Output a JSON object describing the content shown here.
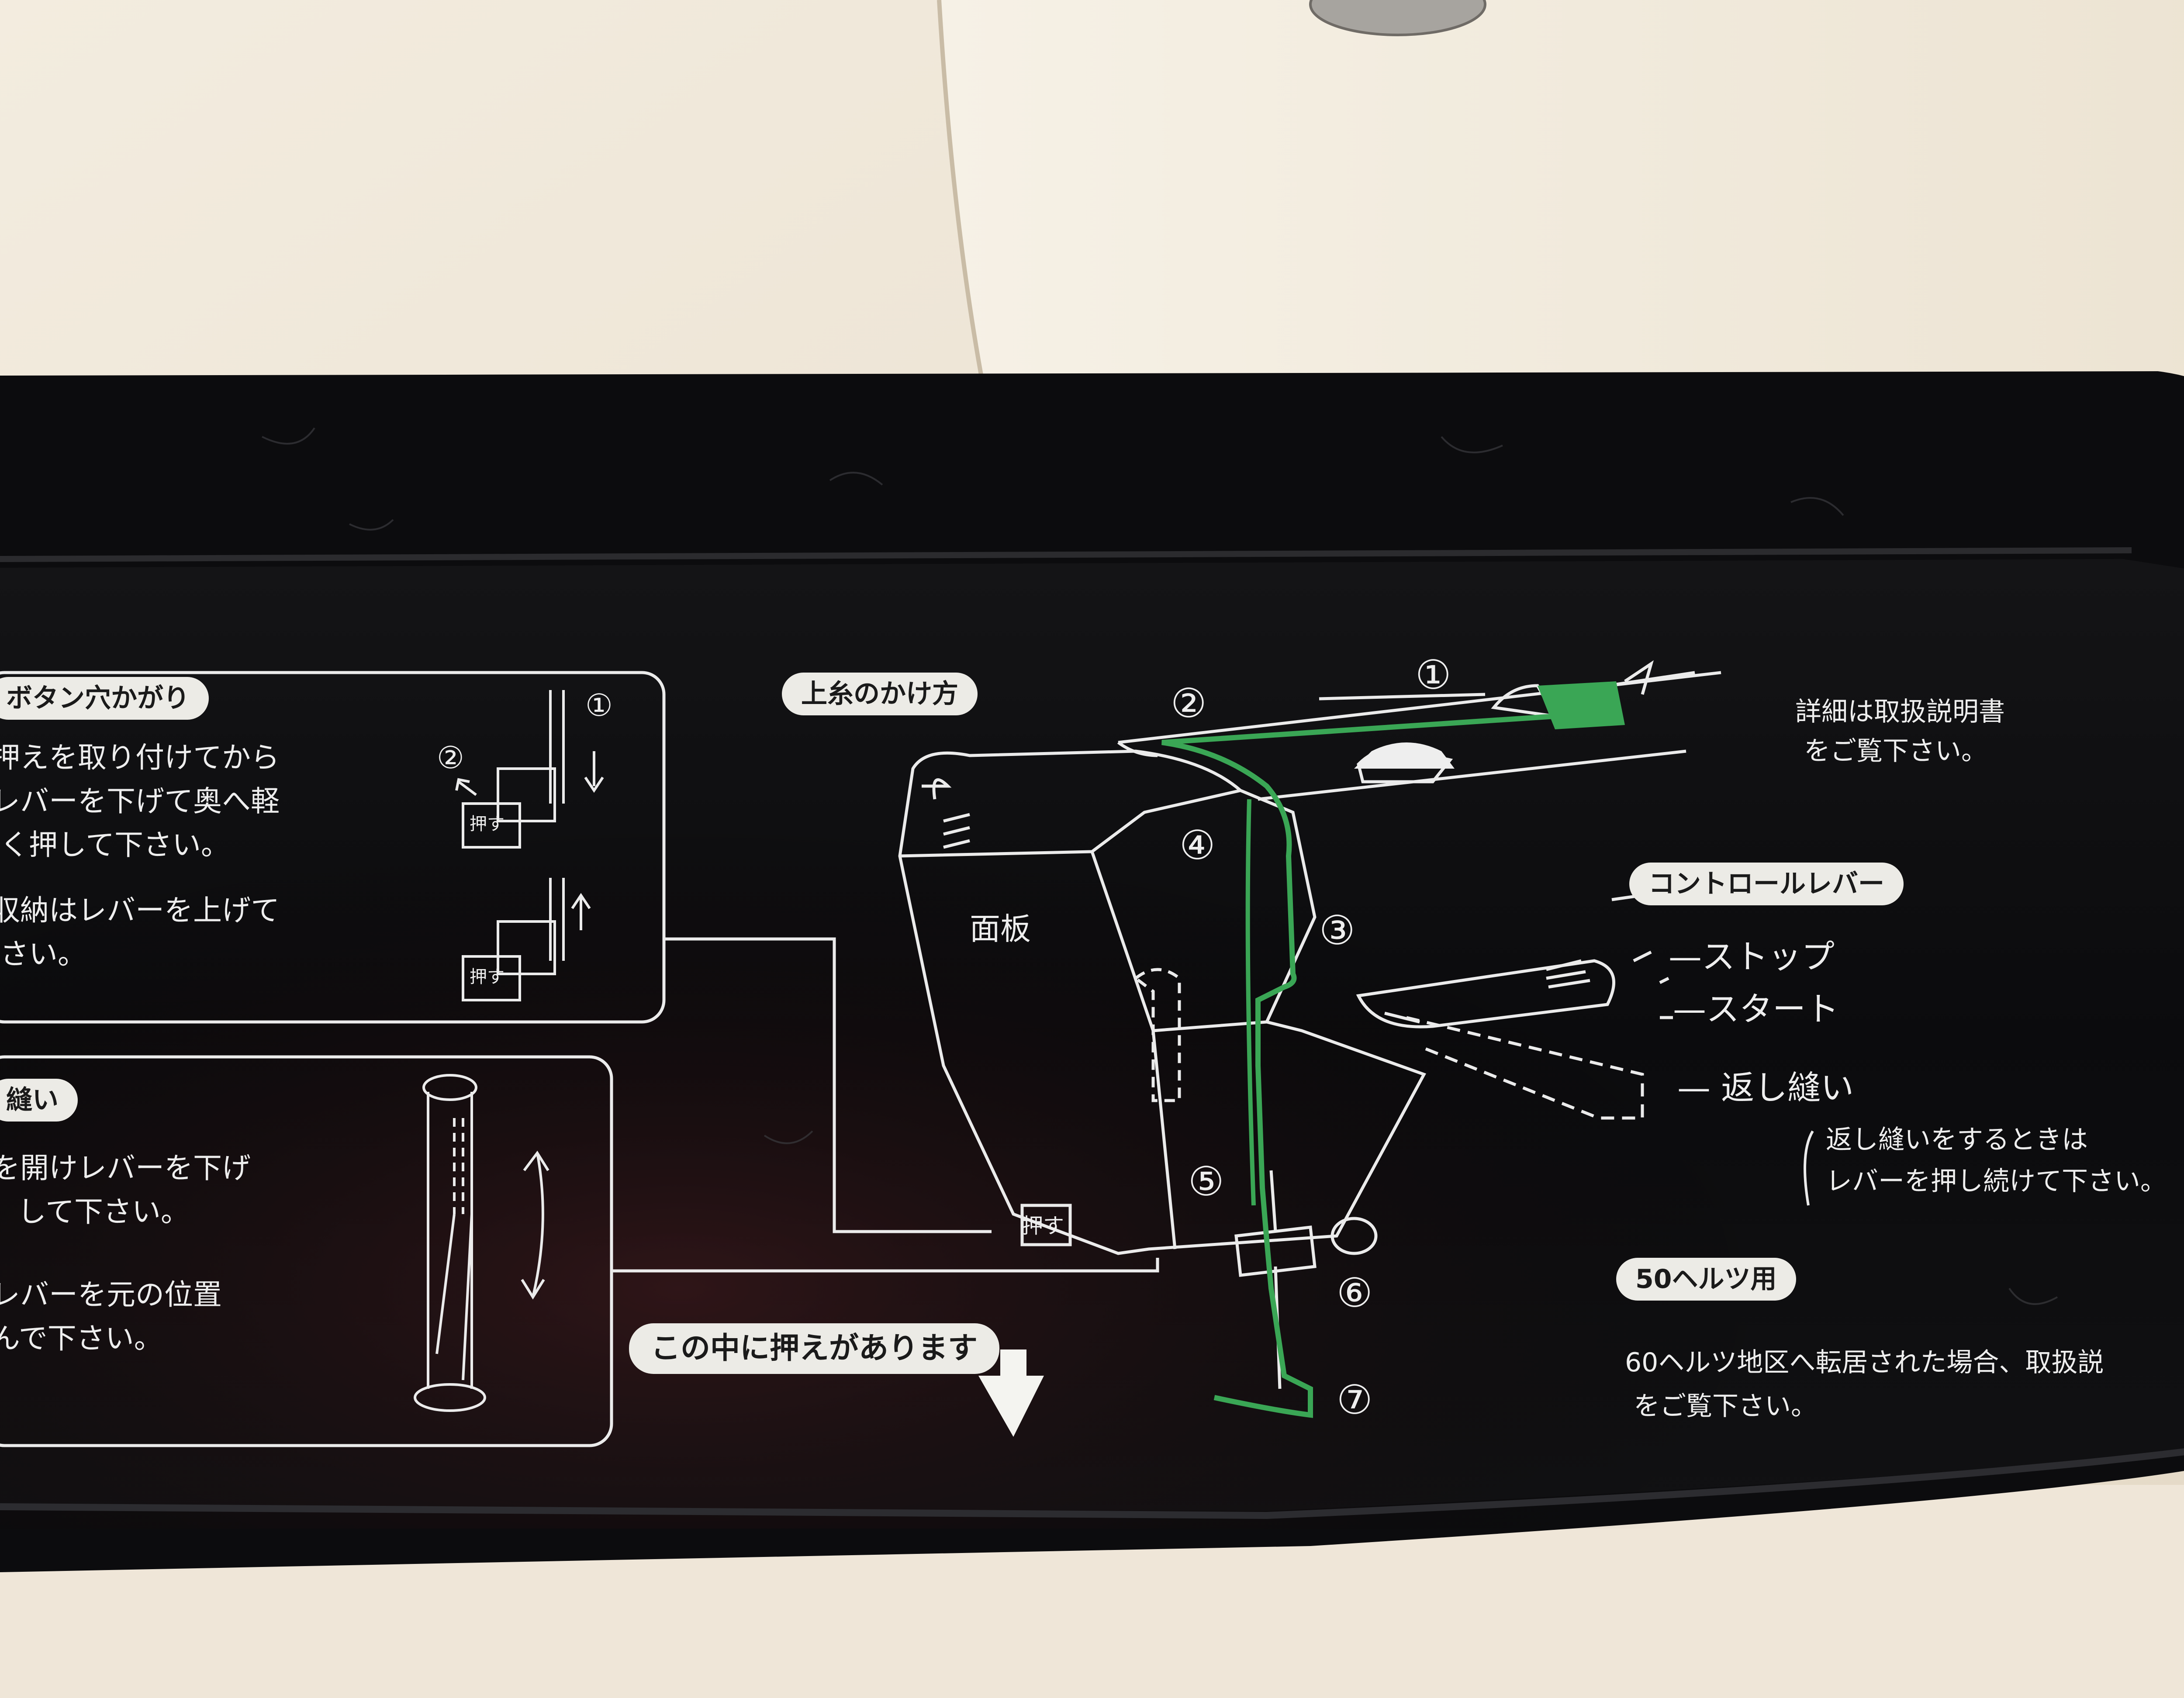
{
  "panel": {
    "title_upper_thread": "上糸のかけ方",
    "face_plate": "面板",
    "details_note": [
      "詳細は取扱説明書",
      "をご覧下さい。"
    ],
    "control_lever": "コントロールレバー",
    "lever_positions": [
      "ストップ",
      "スタート",
      "返し縫い"
    ],
    "reverse_note": [
      "返し縫いをするときは",
      "レバーを押し続けて下さい。"
    ],
    "hz_badge": "50ヘルツ用",
    "hz_note": [
      "60ヘルツ地区へ転居された場合、取扱説",
      "をご覧下さい。"
    ],
    "presser_note": "この中に押えがあります",
    "push_label": "押す",
    "thread_steps": [
      "①",
      "②",
      "③",
      "④",
      "⑤",
      "⑥",
      "⑦"
    ],
    "buttonhole": {
      "title": "ボタン穴かがり",
      "lines": [
        "押えを取り付けてから",
        "レバーを下げて奥へ軽",
        "く押して下さい。",
        "収納はレバーを上げて",
        "さい。"
      ],
      "step_labels": [
        "①",
        "②"
      ]
    },
    "stitch_box": {
      "title": "縫い",
      "lines": [
        "を開けレバーを下げ",
        "して下さい。",
        "レバーを元の位置",
        "んで下さい。"
      ]
    }
  },
  "colors": {
    "panel": "#0d0d0f",
    "text": "#eeeeee",
    "thread": "#3aa655",
    "machine_body": "#efe6d6"
  }
}
